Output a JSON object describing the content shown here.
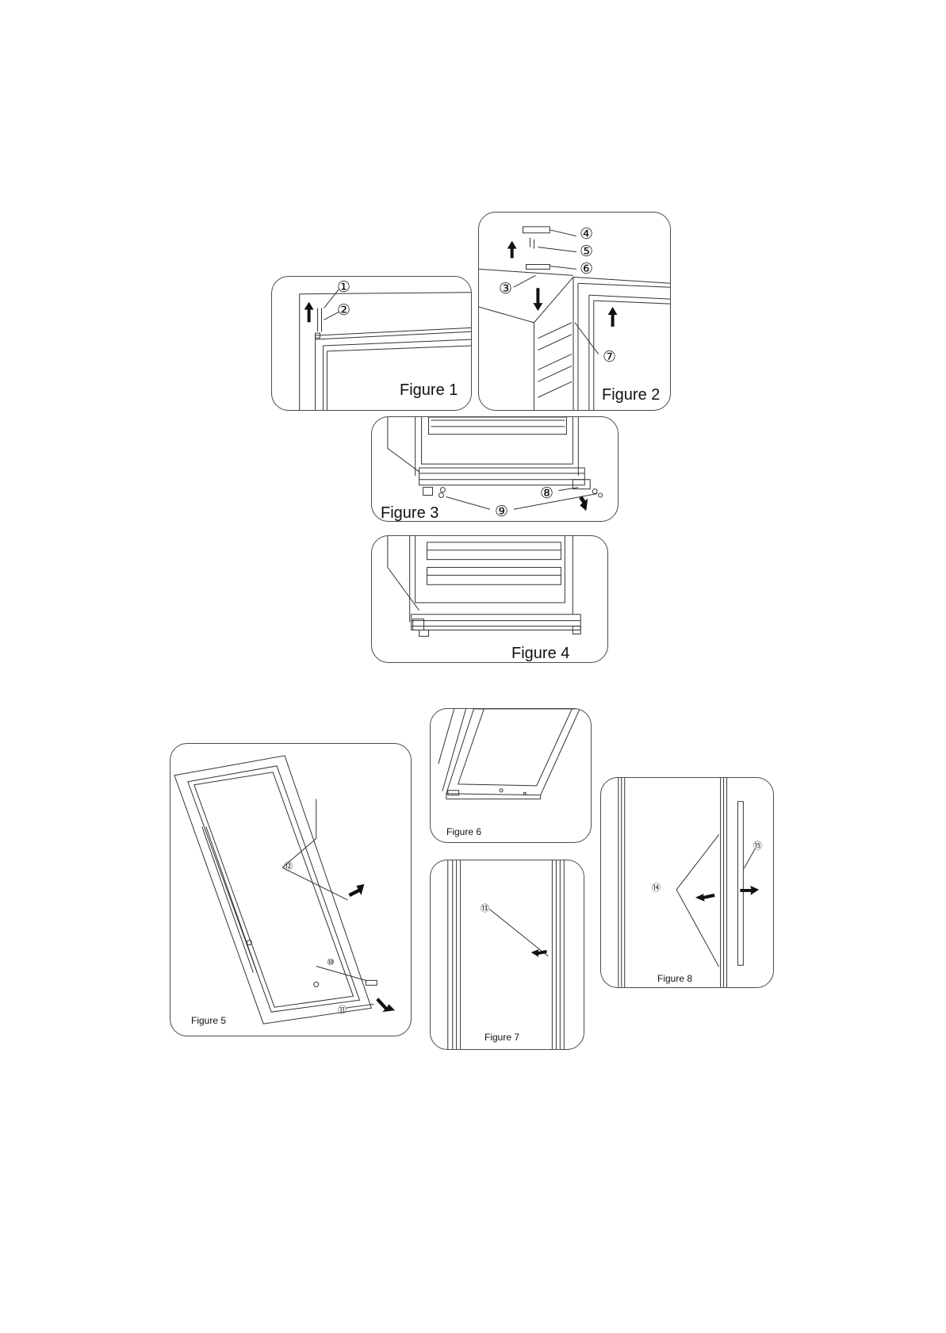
{
  "figures": {
    "f1": {
      "caption": "Figure 1",
      "callouts": [
        "①",
        "②"
      ]
    },
    "f2": {
      "caption": "Figure 2",
      "callouts": [
        "③",
        "④",
        "⑤",
        "⑥",
        "⑦"
      ]
    },
    "f3": {
      "caption": "Figure 3",
      "callouts": [
        "⑧",
        "⑨"
      ]
    },
    "f4": {
      "caption": "Figure 4"
    },
    "f5": {
      "caption": "Figure 5",
      "callouts": [
        "⑩",
        "⑪",
        "⑫"
      ]
    },
    "f6": {
      "caption": "Figure 6"
    },
    "f7": {
      "caption": "Figure 7",
      "callouts": [
        "⑬"
      ]
    },
    "f8": {
      "caption": "Figure 8",
      "callouts": [
        "⑭",
        "⑮"
      ]
    }
  },
  "colors": {
    "line": "#333333",
    "panel_border": "#4a4a4a",
    "arrow": "#111111"
  },
  "icons": [
    "up-arrow-icon",
    "down-arrow-icon",
    "diagonal-arrow-icon",
    "left-arrow-icon",
    "right-arrow-icon"
  ]
}
